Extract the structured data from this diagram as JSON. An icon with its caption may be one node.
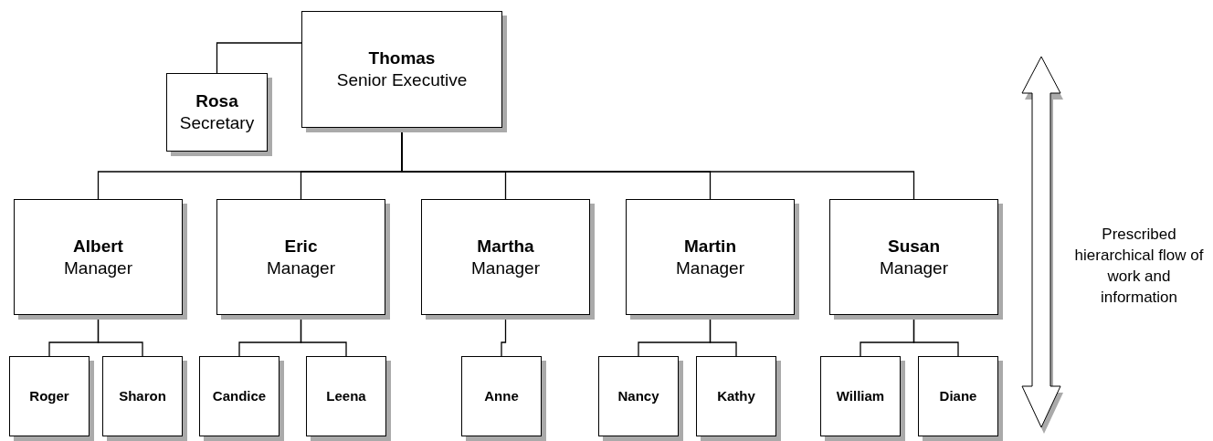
{
  "diagram": {
    "nodes": [
      {
        "text": [
          "Thomas",
          "Senior Executive"
        ]
      },
      {
        "text": [
          "Rosa",
          "Secretary"
        ]
      },
      {
        "text": [
          "Albert",
          "Manager"
        ]
      },
      {
        "text": [
          "Eric",
          "Manager"
        ]
      },
      {
        "text": [
          "Martha",
          "Manager"
        ]
      },
      {
        "text": [
          "Martin",
          "Manager"
        ]
      },
      {
        "text": [
          "Susan",
          "Manager"
        ]
      },
      {
        "text": [
          "Roger"
        ]
      },
      {
        "text": [
          "Sharon"
        ]
      },
      {
        "text": [
          "Candice"
        ]
      },
      {
        "text": [
          "Leena"
        ]
      },
      {
        "text": [
          "Anne"
        ]
      },
      {
        "text": [
          "Nancy"
        ]
      },
      {
        "text": [
          "Kathy"
        ]
      },
      {
        "text": [
          "William"
        ]
      },
      {
        "text": [
          "Diane"
        ]
      }
    ],
    "edges": [
      {
        "from": 0,
        "to": 1,
        "arrow": "none"
      },
      {
        "from": 0,
        "to": 2,
        "arrow": "none"
      },
      {
        "from": 0,
        "to": 3,
        "arrow": "none"
      },
      {
        "from": 0,
        "to": 4,
        "arrow": "none"
      },
      {
        "from": 0,
        "to": 5,
        "arrow": "none"
      },
      {
        "from": 0,
        "to": 6,
        "arrow": "none"
      },
      {
        "from": 2,
        "to": 7,
        "arrow": "none"
      },
      {
        "from": 2,
        "to": 8,
        "arrow": "none"
      },
      {
        "from": 3,
        "to": 9,
        "arrow": "none"
      },
      {
        "from": 3,
        "to": 10,
        "arrow": "none"
      },
      {
        "from": 4,
        "to": 11,
        "arrow": "none"
      },
      {
        "from": 5,
        "to": 12,
        "arrow": "none"
      },
      {
        "from": 5,
        "to": 13,
        "arrow": "none"
      },
      {
        "from": 6,
        "to": 14,
        "arrow": "none"
      },
      {
        "from": 6,
        "to": 15,
        "arrow": "none"
      }
    ],
    "labels": [
      "Prescribed hierarchical flow of work and information"
    ]
  }
}
